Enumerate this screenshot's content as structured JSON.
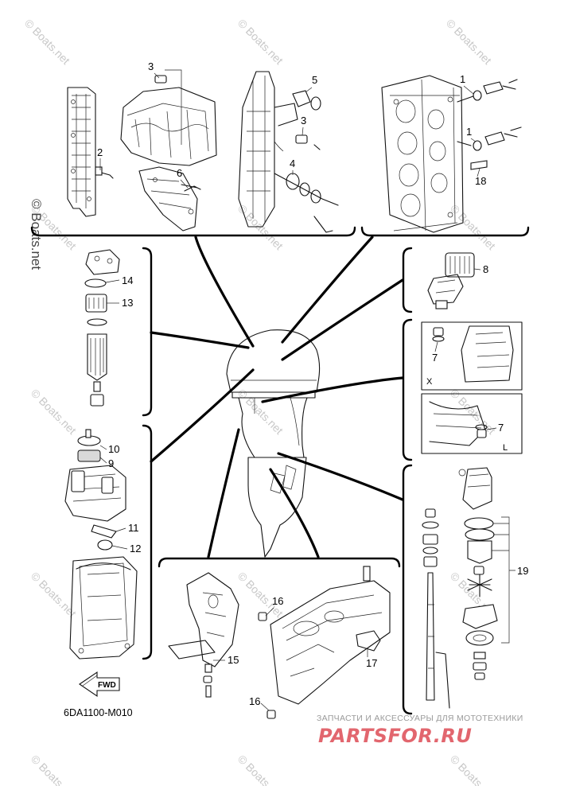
{
  "diagram_code": "6DA1100-M010",
  "watermark_text": "© Boats.net",
  "shop_banner": {
    "tagline": "ЗАПЧАСТИ И АКСЕССУАРЫ ДЛЯ МОТОТЕХНИКИ",
    "logo": "PARTSFOR.RU"
  },
  "direction_arrow_label": "FWD",
  "view_labels": {
    "x": "X",
    "l": "L"
  },
  "callouts": {
    "c1a": "1",
    "c1b": "1",
    "c2": "2",
    "c3a": "3",
    "c3b": "3",
    "c4": "4",
    "c5": "5",
    "c6": "6",
    "c7a": "7",
    "c7b": "7",
    "c8": "8",
    "c9": "9",
    "c10": "10",
    "c11": "11",
    "c12": "12",
    "c13": "13",
    "c14": "14",
    "c15": "15",
    "c16a": "16",
    "c16b": "16",
    "c17": "17",
    "c18": "18",
    "c19": "19"
  },
  "colors": {
    "line": "#111111",
    "watermark": "#c8c8c8",
    "shop_logo": "#e2666e",
    "shop_tagline": "#9a9a9a"
  }
}
